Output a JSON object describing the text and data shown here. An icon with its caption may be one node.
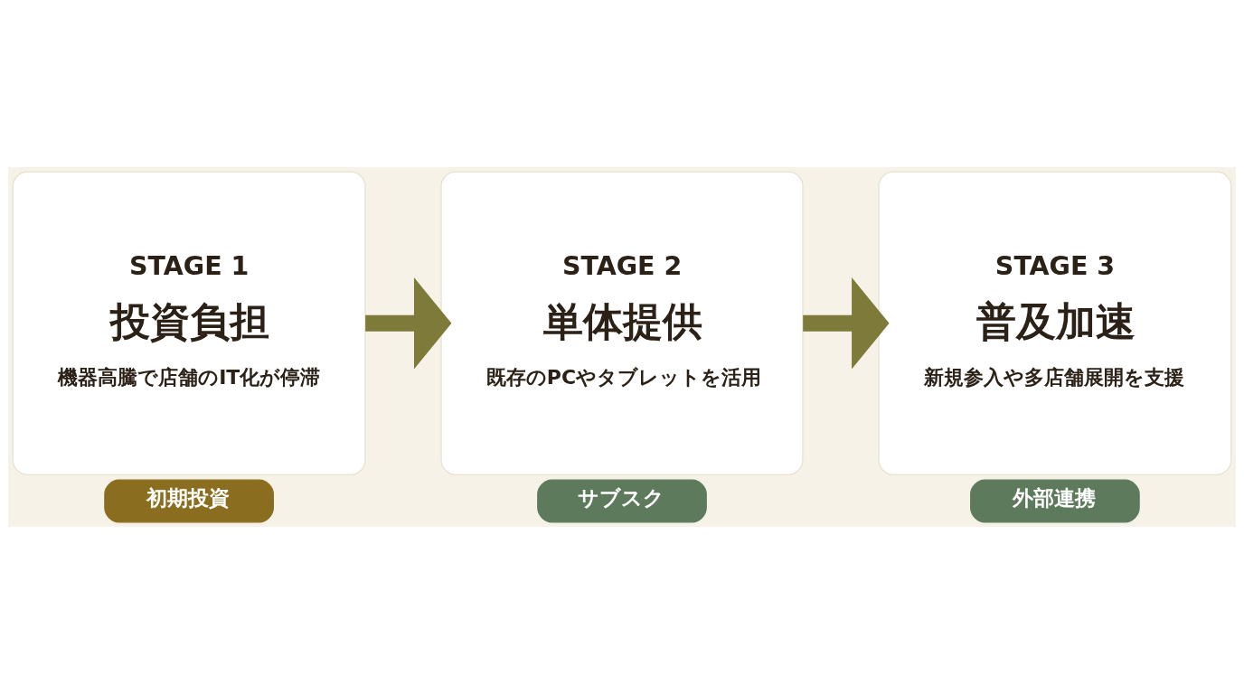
{
  "diagram": {
    "nodes": [
      {
        "text": [
          "STAGE 1",
          "投資負担",
          "機器高騰で店舗のIT化が停滞"
        ]
      },
      {
        "text": [
          "初期投資"
        ]
      },
      {
        "text": [
          "STAGE 2",
          "単体提供",
          "既存のPCやタブレットを活用"
        ]
      },
      {
        "text": [
          "サブスク"
        ]
      },
      {
        "text": [
          "STAGE 3",
          "普及加速",
          "新規参入や多店舗展開を支援"
        ]
      },
      {
        "text": [
          "外部連携"
        ]
      }
    ],
    "edges": [
      {
        "from": 0,
        "to": 2,
        "arrow": "to"
      },
      {
        "from": 2,
        "to": 4,
        "arrow": "to"
      }
    ]
  }
}
